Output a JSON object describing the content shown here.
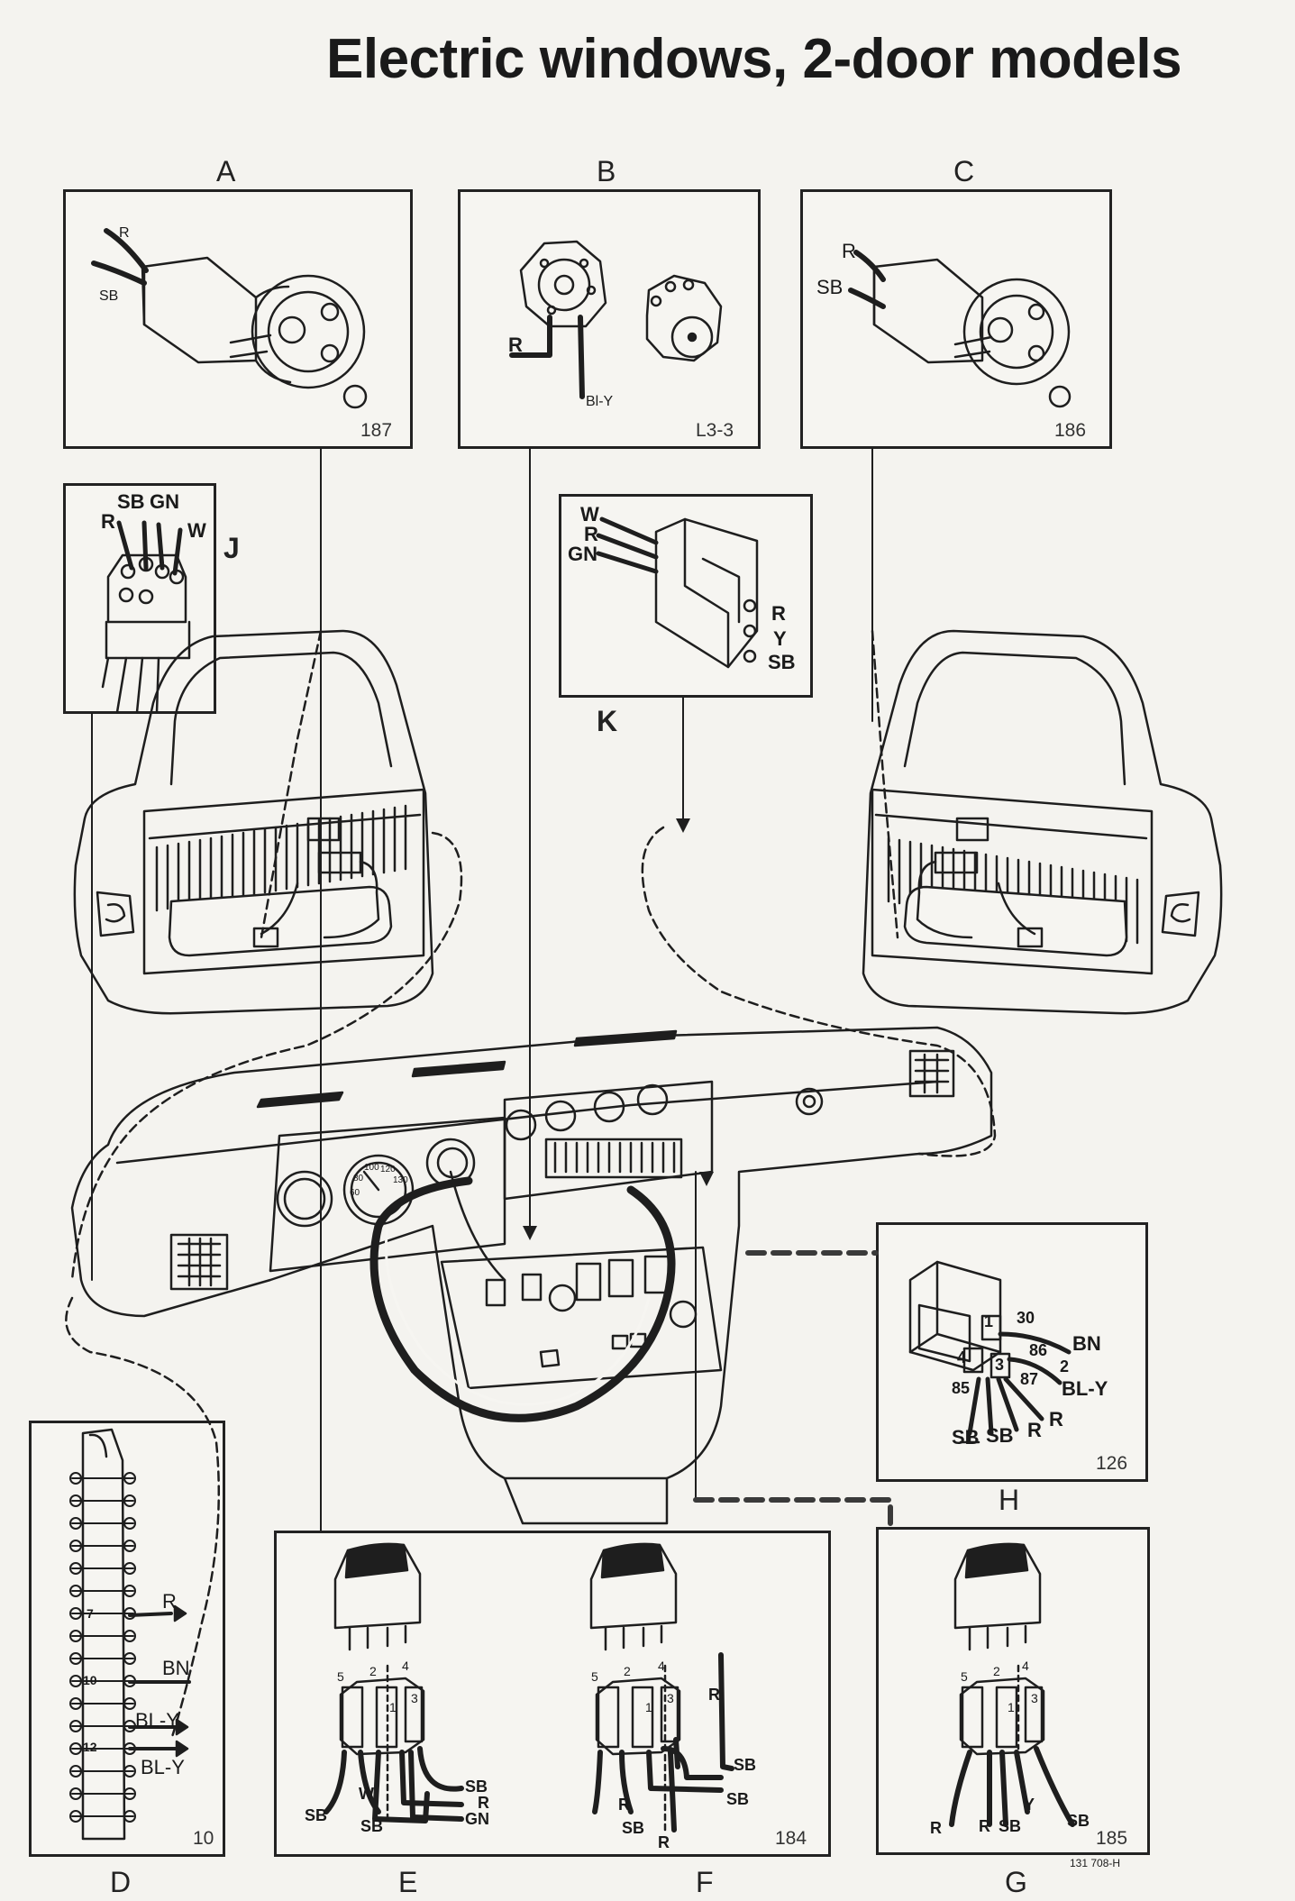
{
  "title": "Electric windows, 2-door models",
  "figure_code": "131 708-H",
  "panels": {
    "A": {
      "label": "A",
      "number": "187",
      "wires": [
        "R",
        "SB"
      ]
    },
    "B": {
      "label": "B",
      "number": "L3-3",
      "wires": [
        "R",
        "Bl-Y"
      ]
    },
    "C": {
      "label": "C",
      "number": "186",
      "wires": [
        "R",
        "SB"
      ]
    },
    "J": {
      "label": "J",
      "wires": [
        "SB",
        "GN",
        "R",
        "W"
      ]
    },
    "K": {
      "label": "K",
      "wires_in": [
        "W",
        "R",
        "GN"
      ],
      "wires_out": [
        "R",
        "Y",
        "SB"
      ]
    },
    "H": {
      "label": "H",
      "number": "126",
      "pins": [
        "1",
        "30",
        "86",
        "2",
        "4",
        "3",
        "87",
        "85"
      ],
      "wires": [
        "BN",
        "BL-Y",
        "SB",
        "SB",
        "R",
        "R"
      ]
    },
    "D": {
      "label": "D",
      "number": "10",
      "positions": [
        "7",
        "10",
        "12"
      ],
      "wires": [
        "R",
        "BN",
        "BL-Y",
        "BL-Y"
      ]
    },
    "E": {
      "label": "E",
      "pins": [
        "5",
        "2",
        "4",
        "1",
        "3"
      ],
      "wires": [
        "SB",
        "W",
        "SB",
        "SB",
        "R",
        "GN"
      ]
    },
    "F": {
      "label": "F",
      "number": "184",
      "pins": [
        "5",
        "2",
        "4",
        "1",
        "3"
      ],
      "wires": [
        "R",
        "SB",
        "R",
        "SB",
        "SB",
        "R"
      ]
    },
    "G": {
      "label": "G",
      "number": "185",
      "pins": [
        "5",
        "2",
        "4",
        "1",
        "3"
      ],
      "wires": [
        "R",
        "R",
        "SB",
        "Y",
        "SB"
      ]
    }
  },
  "gauge_ticks": [
    "100",
    "120",
    "80",
    "130",
    "60"
  ]
}
